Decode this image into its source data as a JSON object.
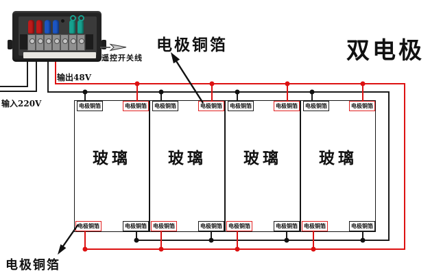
{
  "title": "双电极",
  "annotations": {
    "electrode_top": "电极铜箔",
    "electrode_bottom": "电极铜箔"
  },
  "psu": {
    "input_label": "输入220V",
    "output_label": "输出48V",
    "remote_label": "遥控开关线",
    "terminal_cap_colors": [
      "red",
      "red",
      "blue",
      "blue",
      "bare",
      "green",
      "green"
    ]
  },
  "glass_panels": {
    "count": 4,
    "glass_label": "玻璃",
    "electrode_label": "电极铜箔",
    "top_electrode_border_colors": [
      "black",
      "red"
    ],
    "bottom_electrode_border_colors": [
      "red",
      "black"
    ]
  },
  "colors": {
    "wire_red": "#dd1111",
    "wire_black": "#1a1a1a",
    "electrode_red_border": "#e02020",
    "electrode_black_border": "#1a1a1a",
    "psu_body": "#232323"
  }
}
